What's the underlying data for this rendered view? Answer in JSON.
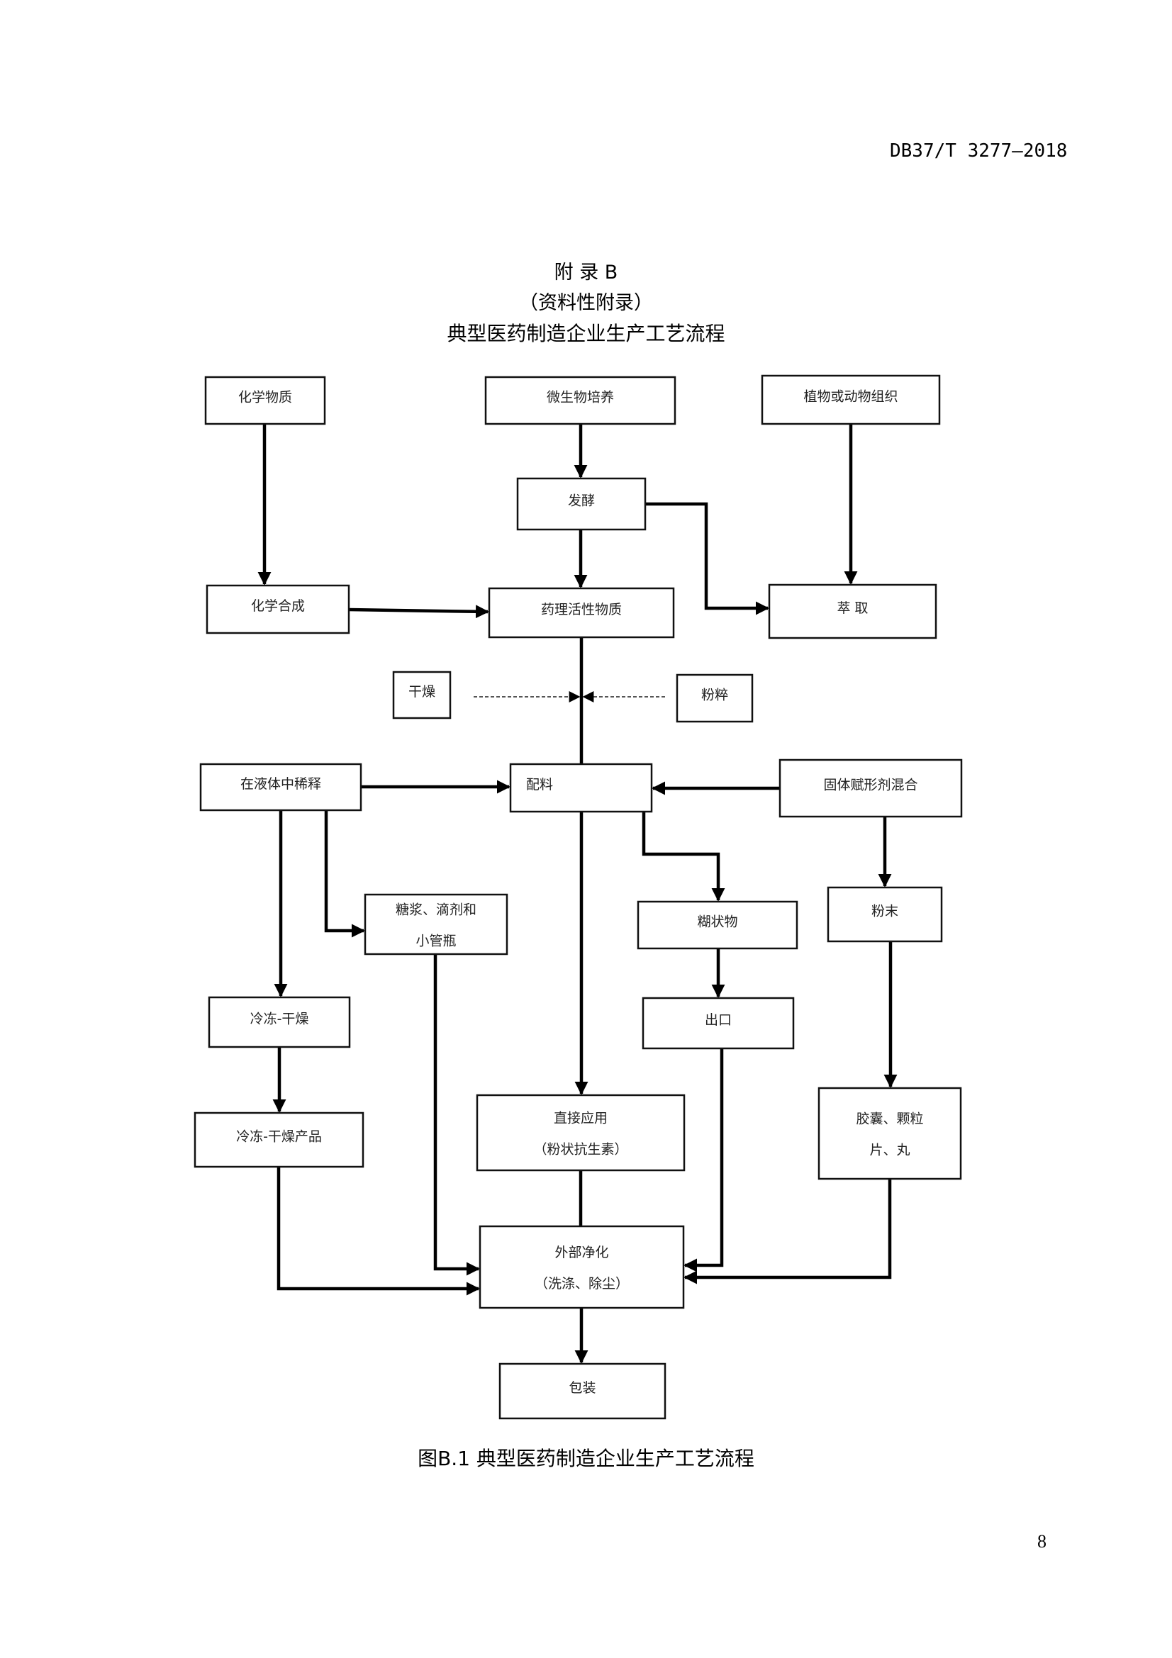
{
  "header": {
    "standard_code": "DB37/T 3277—2018"
  },
  "appendix": {
    "title": "附  录  B",
    "type": "（资料性附录）",
    "name": "典型医药制造企业生产工艺流程"
  },
  "flowchart": {
    "nodes": [
      {
        "id": "chemical",
        "lines": [
          "化学物质"
        ]
      },
      {
        "id": "microbe",
        "lines": [
          "微生物培养"
        ]
      },
      {
        "id": "tissue",
        "lines": [
          "植物或动物组织"
        ]
      },
      {
        "id": "ferment",
        "lines": [
          "发酵"
        ]
      },
      {
        "id": "synthesis",
        "lines": [
          "化学合成"
        ]
      },
      {
        "id": "api",
        "lines": [
          "药理活性物质"
        ]
      },
      {
        "id": "extract",
        "lines": [
          "萃 取"
        ]
      },
      {
        "id": "dry",
        "lines": [
          "干燥"
        ]
      },
      {
        "id": "crush",
        "lines": [
          "粉粹"
        ]
      },
      {
        "id": "dilute",
        "lines": [
          "在液体中稀释"
        ]
      },
      {
        "id": "mix",
        "lines": [
          "配料"
        ]
      },
      {
        "id": "solid",
        "lines": [
          "固体赋形剂混合"
        ]
      },
      {
        "id": "syrup",
        "lines": [
          "糖浆、滴剂和",
          "小管瓶"
        ]
      },
      {
        "id": "paste",
        "lines": [
          "糊状物"
        ]
      },
      {
        "id": "powder",
        "lines": [
          "粉末"
        ]
      },
      {
        "id": "freeze",
        "lines": [
          "冷冻-干燥"
        ]
      },
      {
        "id": "export",
        "lines": [
          "出口"
        ]
      },
      {
        "id": "freezeprod",
        "lines": [
          "冷冻-干燥产品"
        ]
      },
      {
        "id": "direct",
        "lines": [
          "直接应用",
          "（粉状抗生素）"
        ]
      },
      {
        "id": "capsule",
        "lines": [
          "胶囊、颗粒",
          "片、丸"
        ]
      },
      {
        "id": "clean",
        "lines": [
          "外部净化",
          "（洗涤、除尘）"
        ]
      },
      {
        "id": "pack",
        "lines": [
          "包装"
        ]
      }
    ],
    "edges": [
      {
        "from": "chemical",
        "to": "synthesis"
      },
      {
        "from": "microbe",
        "to": "ferment"
      },
      {
        "from": "ferment",
        "to": "api"
      },
      {
        "from": "ferment",
        "to": "extract"
      },
      {
        "from": "tissue",
        "to": "extract"
      },
      {
        "from": "synthesis",
        "to": "api"
      },
      {
        "from": "dry",
        "to": "api-mix-line",
        "style": "dashed"
      },
      {
        "from": "crush",
        "to": "api-mix-line",
        "style": "dashed"
      },
      {
        "from": "api",
        "to": "mix"
      },
      {
        "from": "dilute",
        "to": "mix"
      },
      {
        "from": "solid",
        "to": "mix"
      },
      {
        "from": "dilute",
        "to": "syrup"
      },
      {
        "from": "dilute",
        "to": "freeze"
      },
      {
        "from": "freeze",
        "to": "freezeprod"
      },
      {
        "from": "mix",
        "to": "direct"
      },
      {
        "from": "mix",
        "to": "paste"
      },
      {
        "from": "paste",
        "to": "export"
      },
      {
        "from": "solid",
        "to": "powder"
      },
      {
        "from": "powder",
        "to": "capsule"
      },
      {
        "from": "syrup",
        "to": "clean"
      },
      {
        "from": "freezeprod",
        "to": "clean"
      },
      {
        "from": "direct",
        "to": "clean"
      },
      {
        "from": "export",
        "to": "clean"
      },
      {
        "from": "capsule",
        "to": "clean"
      },
      {
        "from": "clean",
        "to": "pack"
      }
    ]
  },
  "caption": "图B.1   典型医药制造企业生产工艺流程",
  "page_number": "8"
}
